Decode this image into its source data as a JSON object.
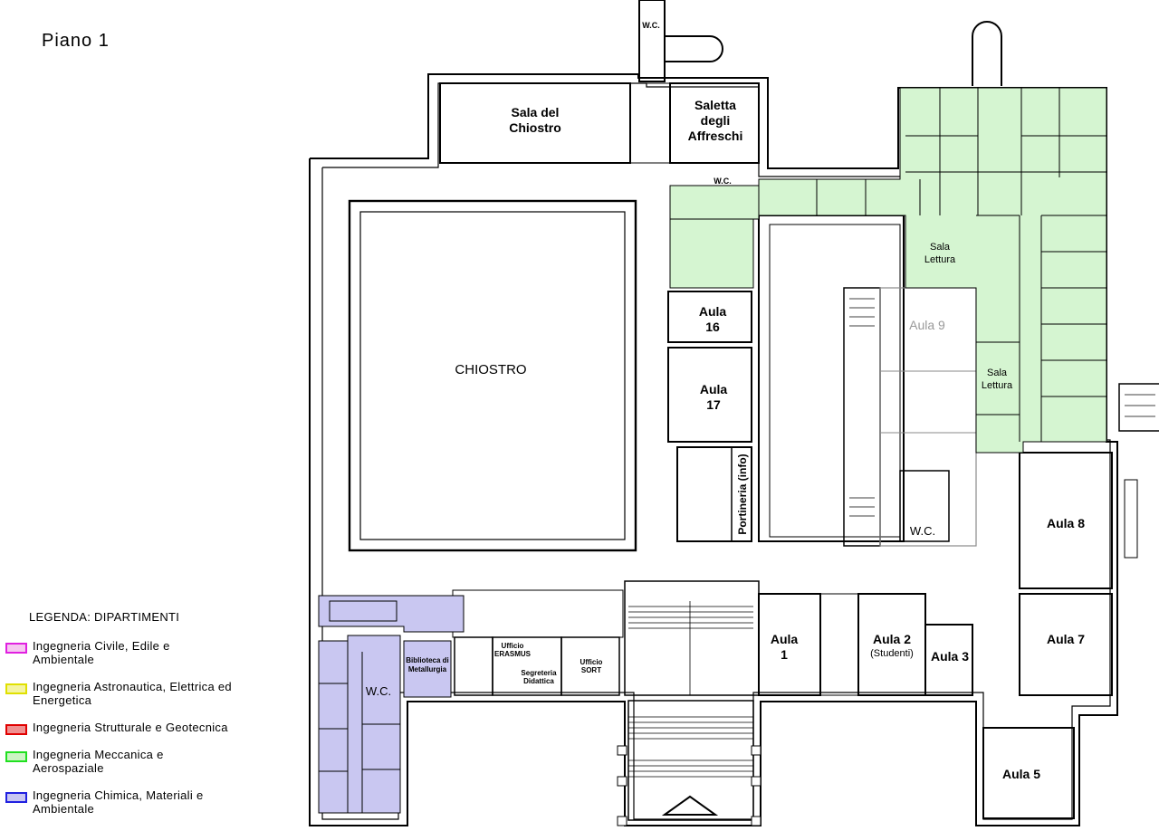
{
  "floor_title": "Piano  1",
  "legend": {
    "title": "LEGENDA:  DIPARTIMENTI",
    "items": [
      {
        "label": "Ingegneria  Civile,  Edile  e\nAmbientale",
        "border": "#e020e0",
        "fill": "#f6c6f0"
      },
      {
        "label": "Ingegneria  Astronautica,  Elettrica  ed\nEnergetica",
        "border": "#e0e000",
        "fill": "#f4f4a0"
      },
      {
        "label": "Ingegneria  Strutturale  e  Geotecnica",
        "border": "#e00000",
        "fill": "#f09090"
      },
      {
        "label": "Ingegneria  Meccanica  e\nAerospaziale",
        "border": "#20e020",
        "fill": "#ccf4c4"
      },
      {
        "label": "Ingegneria  Chimica,  Materiali  e\nAmbientale",
        "border": "#2020e0",
        "fill": "#c8c6f2"
      }
    ]
  },
  "colors": {
    "mechanical_fill": "#d5f5d1",
    "chemical_fill": "#c9c7f1",
    "wall": "#000000",
    "faded_wall": "#8a8a8a"
  },
  "rooms": {
    "sala_chiostro": [
      "Sala del",
      "Chiostro"
    ],
    "saletta_affreschi": [
      "Saletta",
      "degli",
      "Affreschi"
    ],
    "chiostro": "CHIOSTRO",
    "aula16": [
      "Aula",
      "16"
    ],
    "aula17": [
      "Aula",
      "17"
    ],
    "portineria": "Portineria (info)",
    "sala_lettura_1": [
      "Sala",
      "Lettura"
    ],
    "sala_lettura_2": [
      "Sala",
      "Lettura"
    ],
    "aula9": "Aula 9",
    "wc_center": "W.C.",
    "wc_top": "W.C.",
    "wc_small": "W.C.",
    "wc_left": "W.C.",
    "aula8": "Aula 8",
    "aula7": "Aula 7",
    "aula5": "Aula 5",
    "aula1": [
      "Aula",
      "1"
    ],
    "aula2": "Aula 2",
    "aula2_sub": "(Studenti)",
    "aula3": "Aula 3",
    "biblioteca": [
      "Biblioteca  di",
      "Metallurgia"
    ],
    "ufficio_erasmus": [
      "Ufficio",
      "ERASMUS"
    ],
    "segreteria": [
      "Segreteria",
      "Didattica"
    ],
    "ufficio_sort": [
      "Ufficio",
      "SORT"
    ]
  }
}
